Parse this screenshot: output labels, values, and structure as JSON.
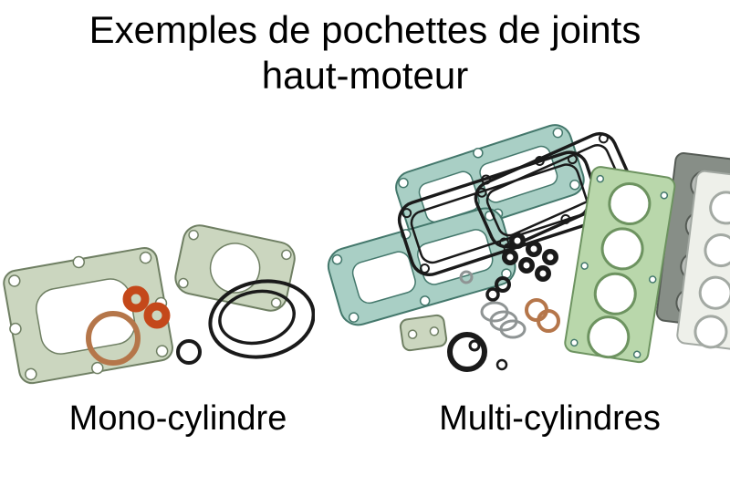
{
  "title": {
    "line1": "Exemples de pochettes de joints",
    "line2": "haut-moteur"
  },
  "figures": {
    "mono": {
      "label": "Mono-cylindre"
    },
    "multi": {
      "label": "Multi-cylindres"
    }
  },
  "colors": {
    "background": "#ffffff",
    "text": "#000000",
    "pale_green": "#cbd6bf",
    "pale_green_edge": "#6f7f63",
    "teal": "#a9cfc5",
    "teal_edge": "#44786c",
    "head_green": "#b9d7ab",
    "head_green_edge": "#6d9360",
    "orange": "#c4481a",
    "copper": "#b5764a",
    "rubber_black": "#1a1a1a",
    "steel_gray": "#8f9494",
    "dark_gray_gasket": "#878e87",
    "dark_gray_edge": "#555b55",
    "white_gasket": "#eef0ea",
    "white_gasket_edge": "#a3a9a3"
  }
}
